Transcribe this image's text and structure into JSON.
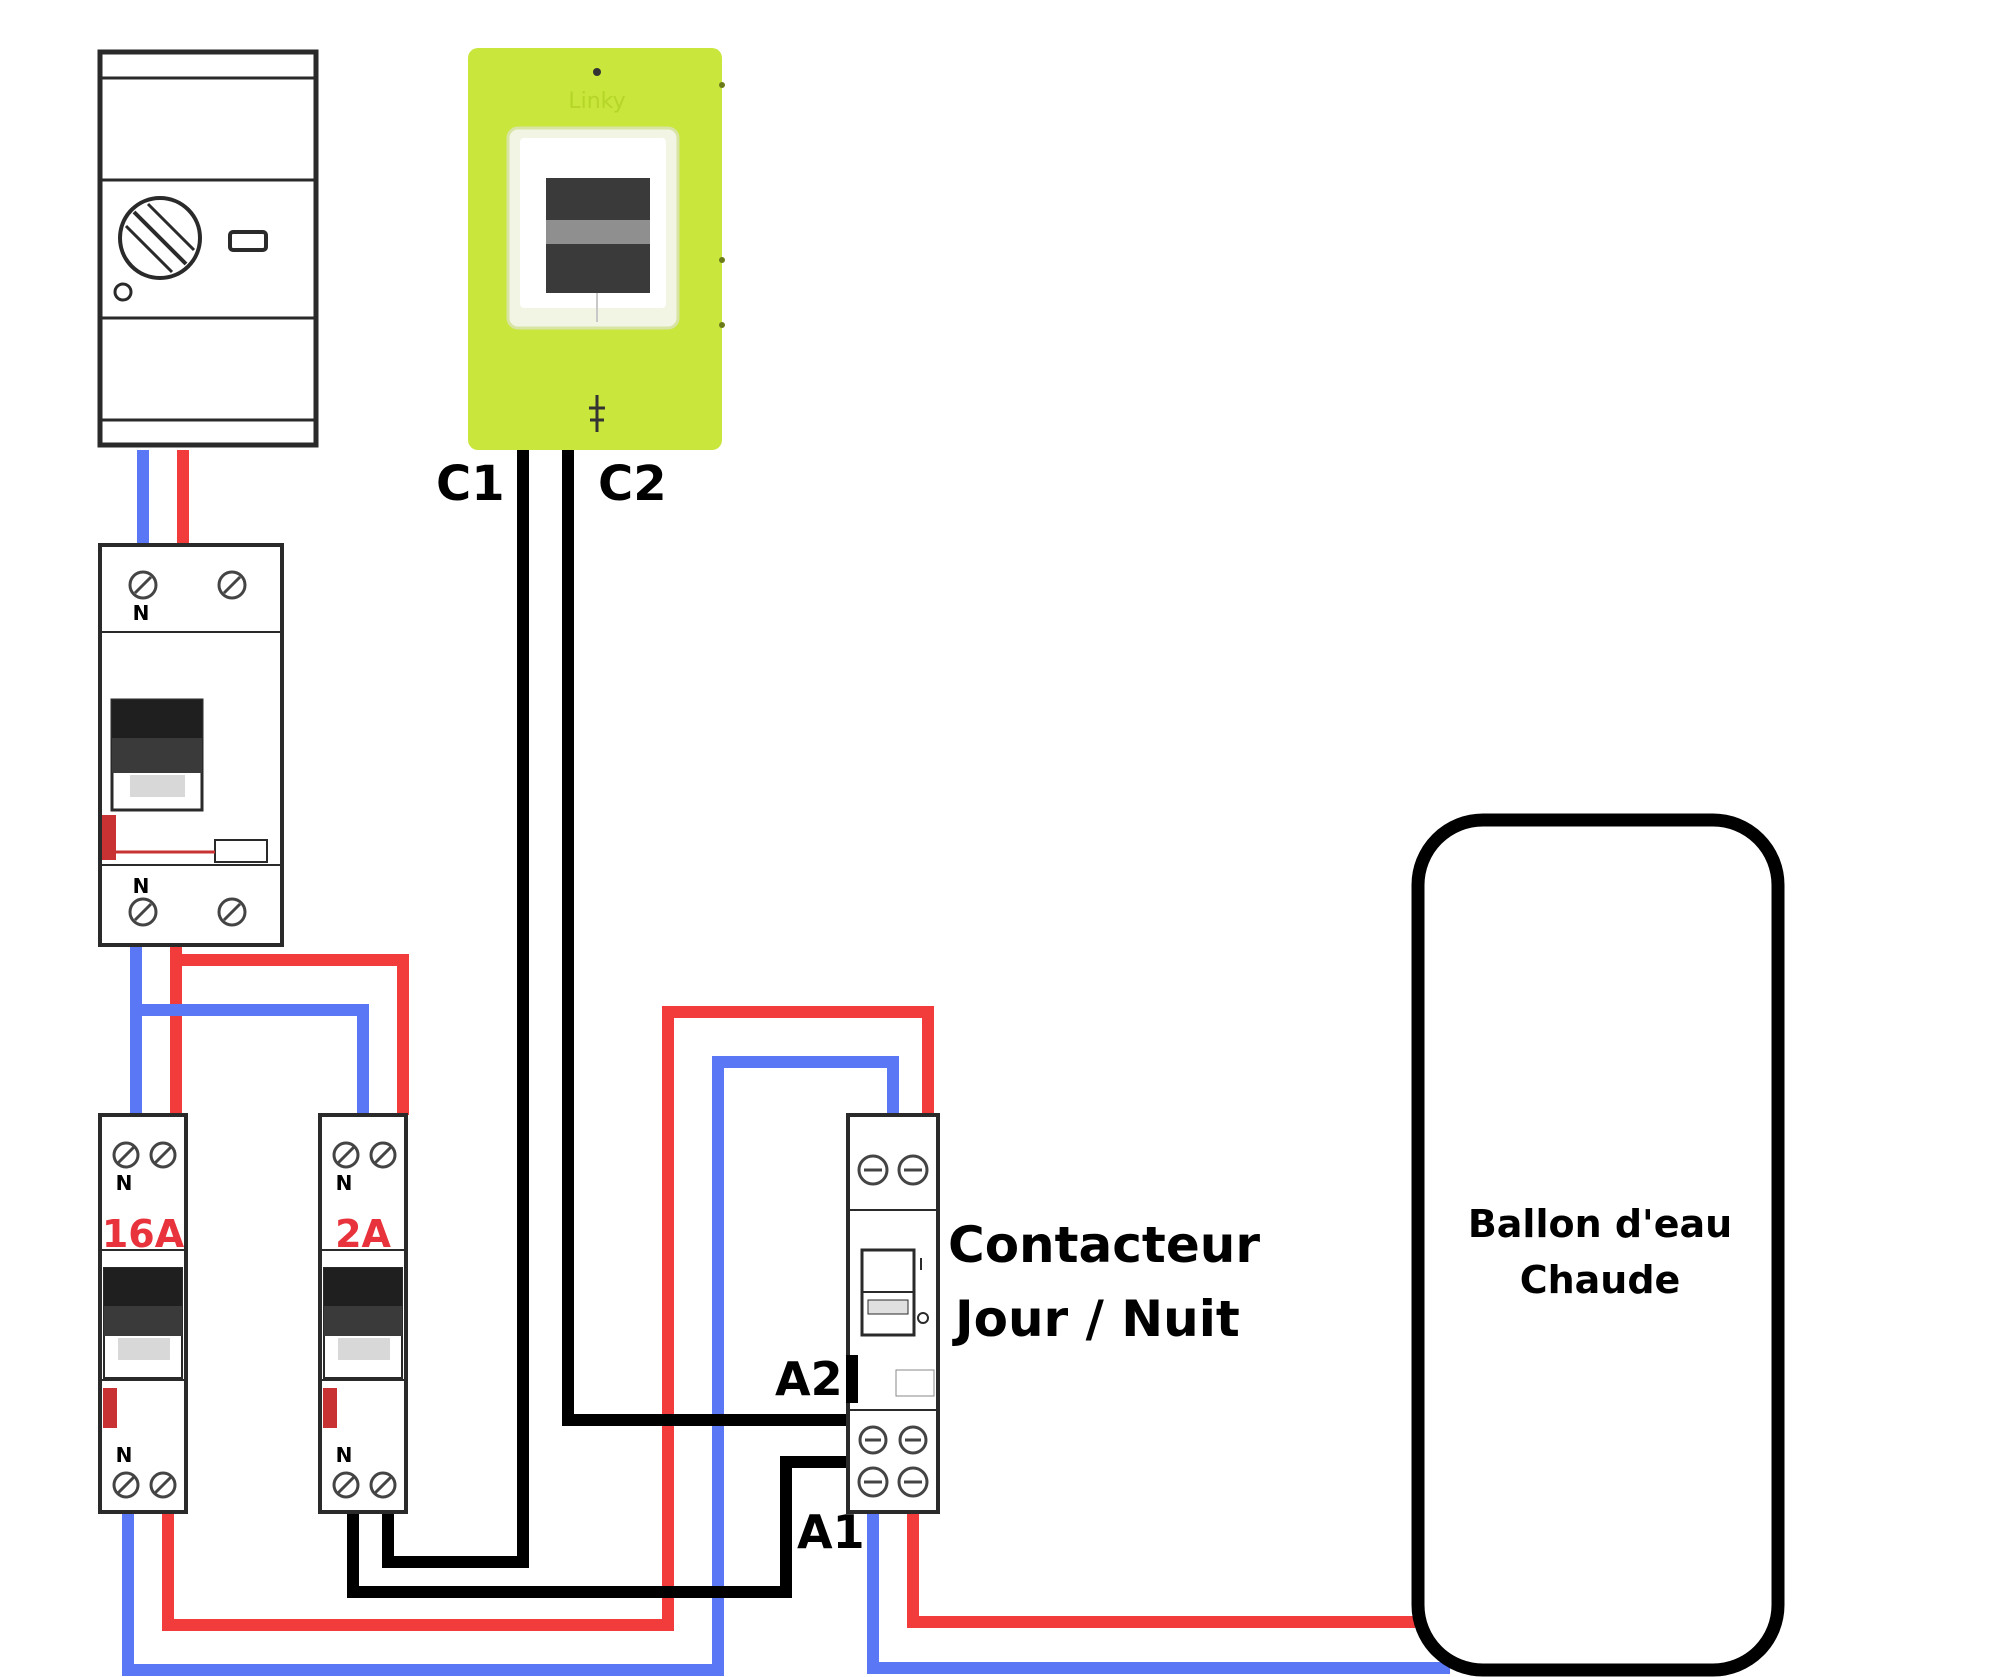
{
  "colors": {
    "phase_wire": "#f23c3c",
    "neutral_wire": "#5a78f5",
    "control_wire": "#000000",
    "linky_body": "#c8e63c",
    "rating_text": "#e8323c"
  },
  "meter": {
    "logo": "Linky"
  },
  "terminals": {
    "c1": "C1",
    "c2": "C2",
    "a1": "A1",
    "a2": "A2"
  },
  "breakers": [
    {
      "rating": "16A",
      "neutral_mark": "N"
    },
    {
      "rating": "2A",
      "neutral_mark": "N"
    }
  ],
  "main_switch": {
    "neutral_mark": "N"
  },
  "contactor": {
    "label_line1": "Contacteur",
    "label_line2": "Jour / Nuit"
  },
  "water_heater": {
    "label_line1": "Ballon d'eau",
    "label_line2": "Chaude"
  }
}
